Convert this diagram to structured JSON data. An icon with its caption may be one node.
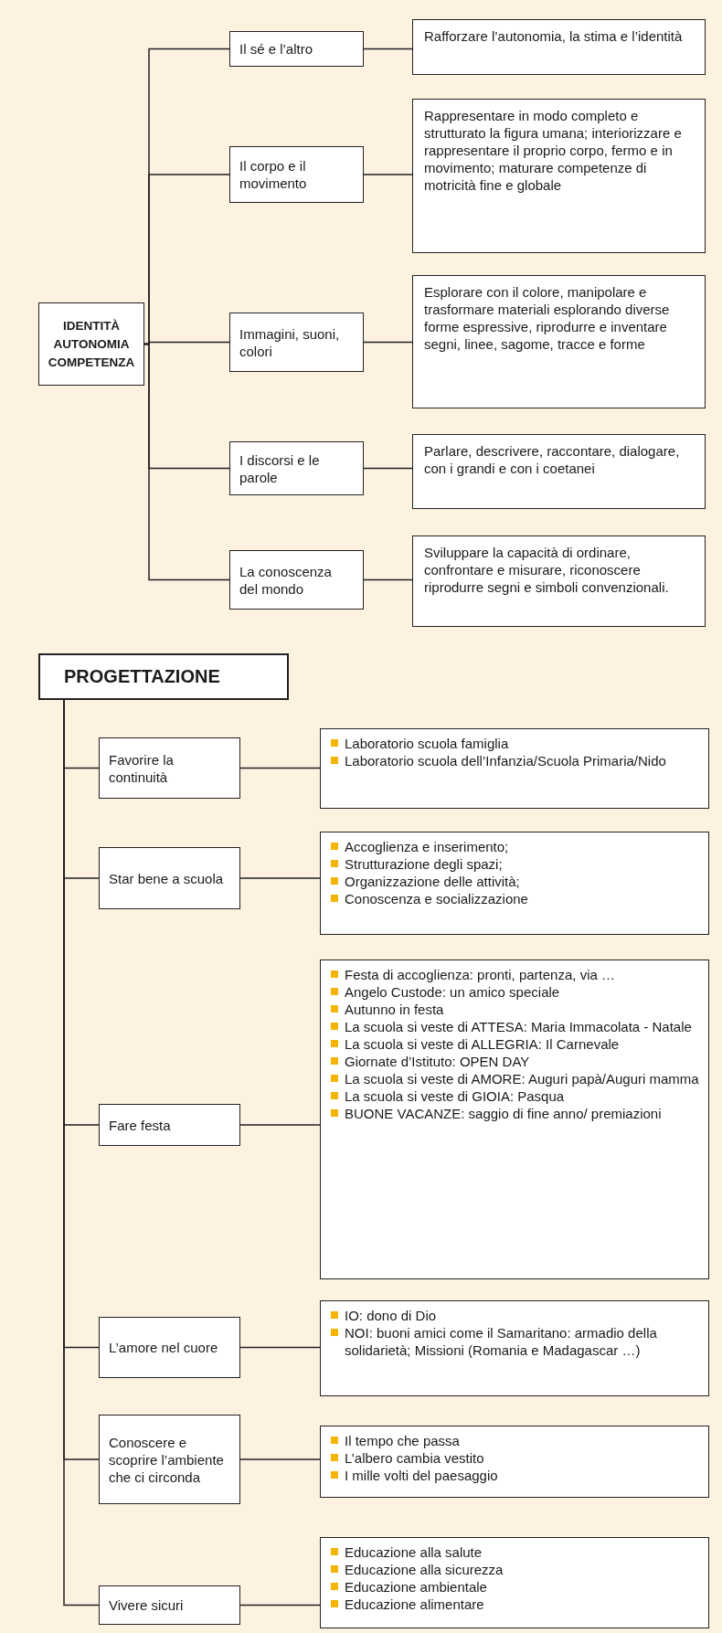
{
  "diagram": {
    "nodes": [
      {
        "text": [
          "IDENTITÀ AUTONOMIA COMPETENZA"
        ]
      },
      {
        "text": [
          "Il sé e l’altro"
        ]
      },
      {
        "text": [
          "Rafforzare l’autonomia, la stima e l’identità"
        ]
      },
      {
        "text": [
          "Il corpo e il movimento"
        ]
      },
      {
        "text": [
          "Rappresentare in modo completo e strutturato la figura umana; interiorizzare e rappresentare il proprio corpo, fermo e in movimento; maturare competenze di motricità fine e globale"
        ]
      },
      {
        "text": [
          "Immagini, suoni, colori"
        ]
      },
      {
        "text": [
          "Esplorare con il colore, manipolare e trasformare materiali esplorando diverse forme espressive, riprodurre e inventare segni, linee, sagome, tracce e forme"
        ]
      },
      {
        "text": [
          "I discorsi e le parole"
        ]
      },
      {
        "text": [
          "Parlare, descrivere, raccontare, dialogare, con i grandi e con i coetanei"
        ]
      },
      {
        "text": [
          "La conoscenza del mondo"
        ]
      },
      {
        "text": [
          "Sviluppare la capacità di ordinare, confrontare e misurare, riconoscere riprodurre segni e simboli convenzionali."
        ]
      },
      {
        "text": [
          "PROGETTAZIONE"
        ]
      },
      {
        "text": [
          "Favorire la continuità"
        ]
      },
      {
        "text": [
          "Laboratorio scuola famiglia",
          "Laboratorio scuola dell’Infanzia/Scuola Primaria/Nido"
        ]
      },
      {
        "text": [
          "Star bene a scuola"
        ]
      },
      {
        "text": [
          "Accoglienza e inserimento;",
          "Strutturazione degli spazi;",
          "Organizzazione delle attività;",
          "Conoscenza e socializzazione"
        ]
      },
      {
        "text": [
          "Fare festa"
        ]
      },
      {
        "text": [
          "Festa di accoglienza: pronti, partenza, via …",
          "Angelo Custode: un amico speciale",
          "Autunno in festa",
          "La scuola si veste di ATTESA: Maria Immacolata - Natale",
          "La scuola si veste di ALLEGRIA: Il Carnevale",
          "Giornate d’Istituto: OPEN DAY",
          "La scuola si veste di AMORE: Auguri papà/Auguri mamma",
          "La scuola si veste di GIOIA: Pasqua",
          "BUONE VACANZE: saggio di fine anno/ premiazioni"
        ]
      },
      {
        "text": [
          "L’amore nel cuore"
        ]
      },
      {
        "text": [
          "IO: dono di Dio",
          "NOI: buoni amici come il Samaritano: armadio della solidarietà; Missioni (Romania e Madagascar …)"
        ]
      },
      {
        "text": [
          "Conoscere e scoprire l’ambiente che ci circonda"
        ]
      },
      {
        "text": [
          "Il tempo che passa",
          "L’albero cambia vestito",
          "I mille volti del paesaggio"
        ]
      },
      {
        "text": [
          "Vivere sicuri"
        ]
      },
      {
        "text": [
          "Educazione alla salute",
          "Educazione alla sicurezza",
          "Educazione ambientale",
          "Educazione alimentare"
        ]
      }
    ],
    "edges": [
      {
        "from": 0,
        "to": 1,
        "arrow": "none"
      },
      {
        "from": 1,
        "to": 2,
        "arrow": "none"
      },
      {
        "from": 0,
        "to": 3,
        "arrow": "none"
      },
      {
        "from": 3,
        "to": 4,
        "arrow": "none"
      },
      {
        "from": 0,
        "to": 5,
        "arrow": "none"
      },
      {
        "from": 5,
        "to": 6,
        "arrow": "none"
      },
      {
        "from": 0,
        "to": 7,
        "arrow": "none"
      },
      {
        "from": 7,
        "to": 8,
        "arrow": "none"
      },
      {
        "from": 0,
        "to": 9,
        "arrow": "none"
      },
      {
        "from": 9,
        "to": 10,
        "arrow": "none"
      },
      {
        "from": 11,
        "to": 12,
        "arrow": "none"
      },
      {
        "from": 12,
        "to": 13,
        "arrow": "none"
      },
      {
        "from": 11,
        "to": 14,
        "arrow": "none"
      },
      {
        "from": 14,
        "to": 15,
        "arrow": "none"
      },
      {
        "from": 11,
        "to": 16,
        "arrow": "none"
      },
      {
        "from": 16,
        "to": 17,
        "arrow": "none"
      },
      {
        "from": 11,
        "to": 18,
        "arrow": "none"
      },
      {
        "from": 18,
        "to": 19,
        "arrow": "none"
      },
      {
        "from": 11,
        "to": 20,
        "arrow": "none"
      },
      {
        "from": 20,
        "to": 21,
        "arrow": "none"
      },
      {
        "from": 11,
        "to": 22,
        "arrow": "none"
      },
      {
        "from": 22,
        "to": 23,
        "arrow": "none"
      }
    ]
  }
}
